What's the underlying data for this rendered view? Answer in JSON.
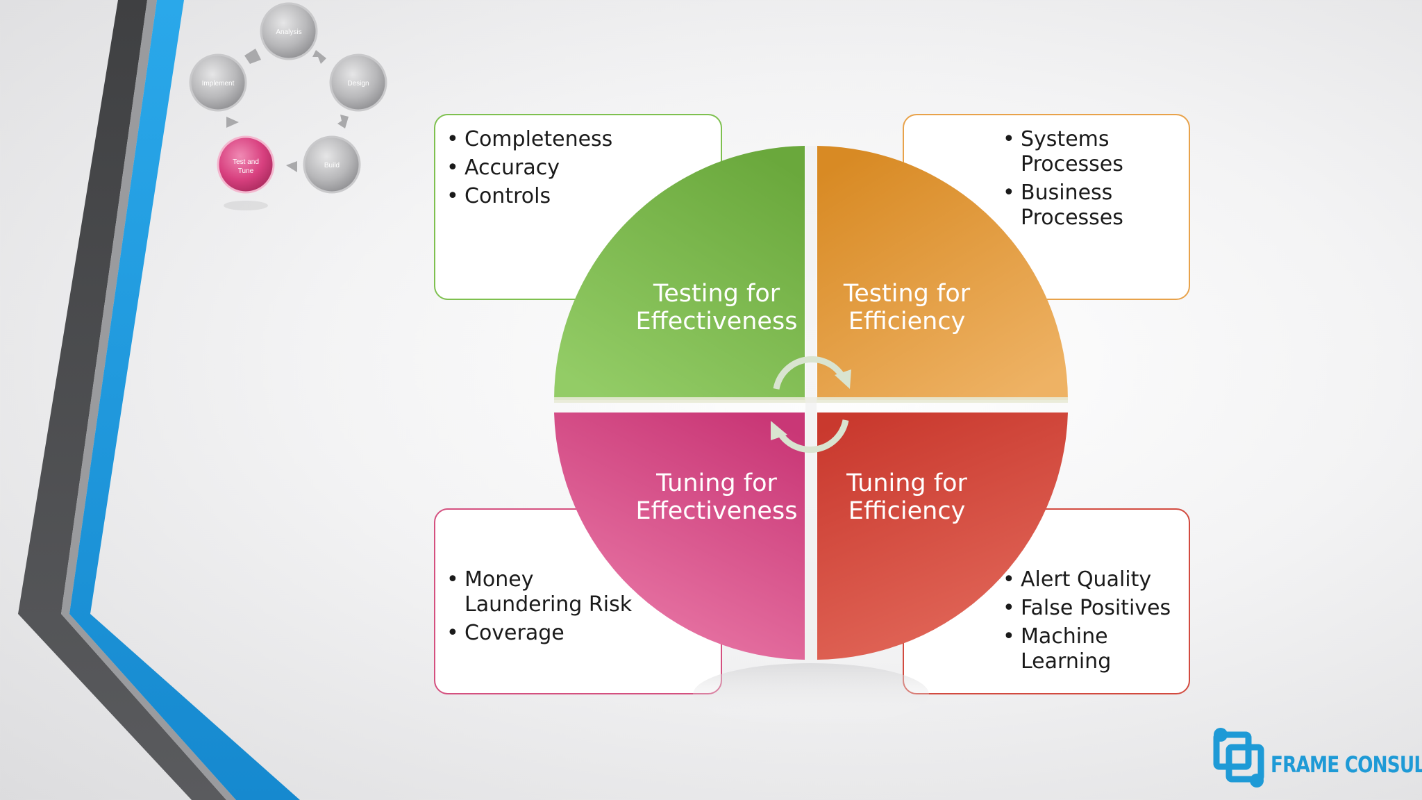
{
  "cycle": {
    "steps": [
      {
        "label": "Analysis"
      },
      {
        "label": "Design"
      },
      {
        "label": "Build"
      },
      {
        "label": "Test and Tune",
        "line1": "Test and",
        "line2": "Tune",
        "active": true
      },
      {
        "label": "Implement"
      }
    ],
    "active_color": "#d8407f",
    "inactive_color": "#b5b5b7"
  },
  "quadrants": {
    "top_left": {
      "line1": "Testing for",
      "line2": "Effectiveness",
      "color": "#7ab648"
    },
    "top_right": {
      "line1": "Testing for",
      "line2": "Efficiency",
      "color": "#e39a3a"
    },
    "bottom_left": {
      "line1": "Tuning for",
      "line2": "Effectiveness",
      "color": "#d64a86"
    },
    "bottom_right": {
      "line1": "Tuning for",
      "line2": "Efficiency",
      "color": "#d4473a"
    }
  },
  "boxes": {
    "top_left": {
      "items": [
        "Completeness",
        "Accuracy",
        "Controls"
      ],
      "border": "#7ec04f"
    },
    "top_right": {
      "items": [
        "Systems Processes",
        "Business Processes"
      ],
      "items_display": [
        [
          "Systems",
          "Processes"
        ],
        [
          "Business",
          "Processes"
        ]
      ],
      "border": "#e8a24a"
    },
    "bottom_left": {
      "items": [
        "Money Laundering Risk",
        "Coverage"
      ],
      "items_display": [
        [
          "Money",
          "Laundering Risk"
        ],
        [
          "Coverage"
        ]
      ],
      "border": "#d4507f"
    },
    "bottom_right": {
      "items": [
        "Alert Quality",
        "False Positives",
        "Machine Learning"
      ],
      "items_display": [
        [
          "Alert Quality"
        ],
        [
          "False Positives"
        ],
        [
          "Machine",
          "Learning"
        ]
      ],
      "border": "#d24a3f"
    }
  },
  "logo": {
    "text": "FRAME CONSULTING",
    "color": "#1e9ad6"
  },
  "colors": {
    "stripe_dark": "#4a4b4d",
    "stripe_blue": "#1fa0e3"
  }
}
